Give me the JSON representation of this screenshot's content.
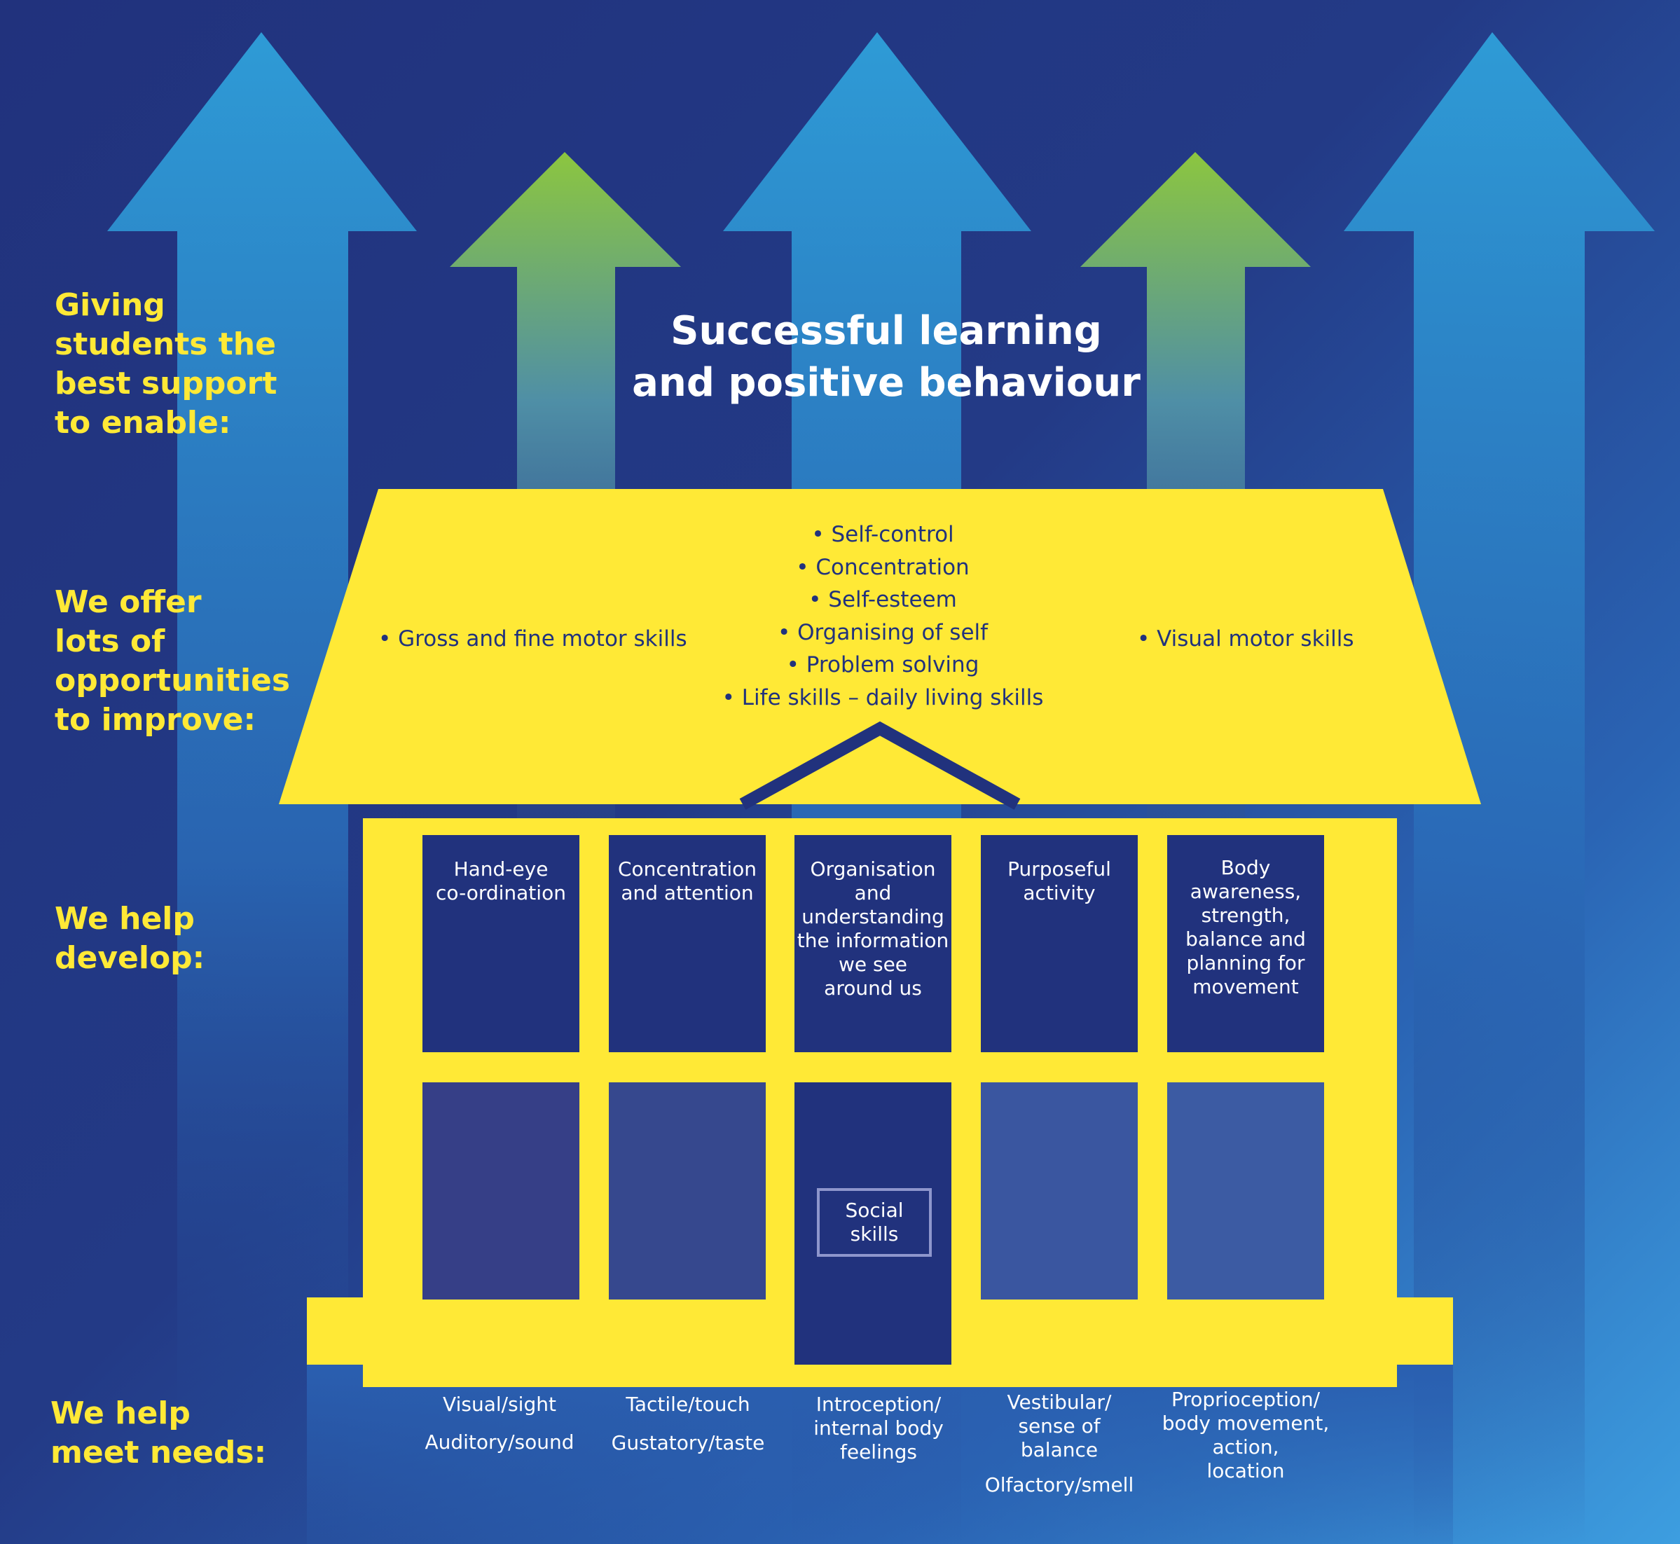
{
  "title": "Successful learning\nand positive behaviour",
  "side_labels": {
    "giving": "Giving\nstudents the\nbest support\nto enable:",
    "offer": "We offer\nlots of\nopportunities\nto improve:",
    "develop": "We help\ndevelop:",
    "needs": "We help\nmeet needs:"
  },
  "roof": {
    "left": "• Gross and fine motor skills",
    "right": "• Visual motor skills",
    "center": [
      "• Self-control",
      "• Concentration",
      "• Self-esteem",
      "• Organising of self",
      "• Problem solving",
      "• Life skills – daily living skills"
    ]
  },
  "windows": [
    "Hand-eye\nco-ordination",
    "Concentration\nand attention",
    "Organisation\nand\nunderstanding\nthe information\nwe see\naround us",
    "Purposeful\nactivity",
    "Body\nawareness,\nstrength,\nbalance and\nplanning for\nmovement"
  ],
  "door_label": "Social\nskills",
  "needs": [
    {
      "a": "Visual/sight",
      "b": "Auditory/sound"
    },
    {
      "a": "Tactile/touch",
      "b": "Gustatory/taste"
    },
    {
      "a": "Introception/\ninternal body\nfeelings",
      "b": ""
    },
    {
      "a": "Vestibular/\nsense of\nbalance",
      "b": "Olfactory/smell"
    },
    {
      "a": "Proprioception/\nbody movement,\naction,\nlocation",
      "b": ""
    }
  ],
  "colors": {
    "yellow": "#ffe936",
    "navy": "#21327d",
    "arrow_blue": "#2e9bd6",
    "arrow_green": "#8cc63f"
  }
}
